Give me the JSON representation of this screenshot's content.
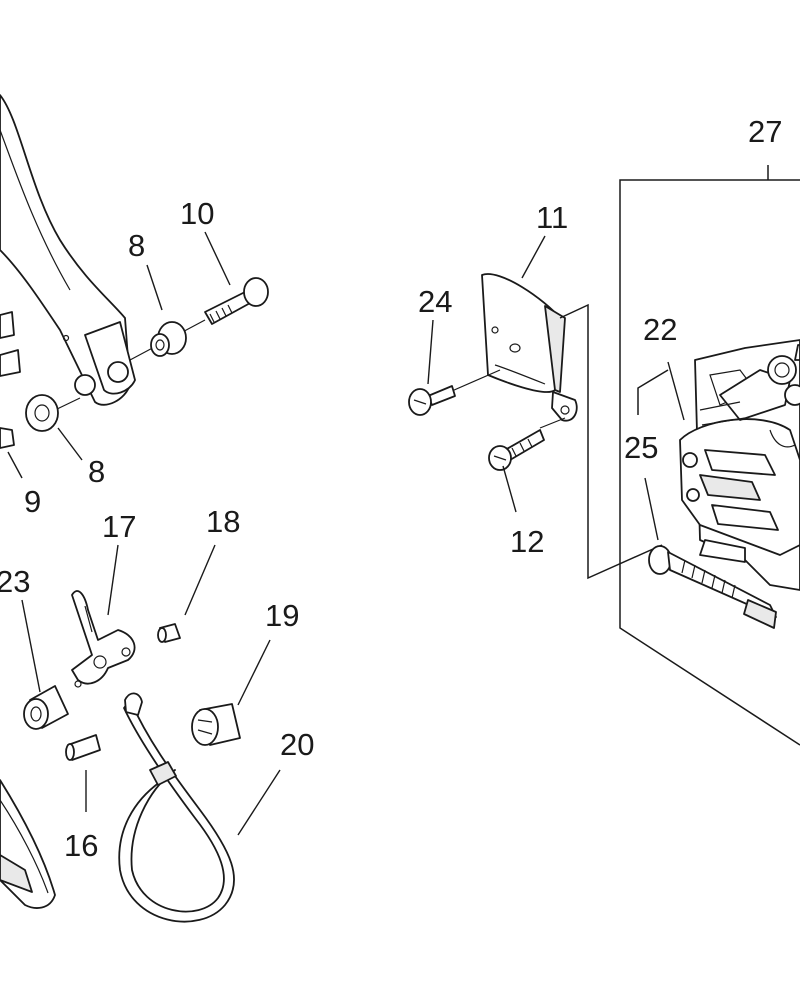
{
  "diagram": {
    "callouts": [
      {
        "id": "c10",
        "text": "10"
      },
      {
        "id": "c8a",
        "text": "8"
      },
      {
        "id": "c8b",
        "text": "8"
      },
      {
        "id": "c9",
        "text": "9"
      },
      {
        "id": "c11",
        "text": "11"
      },
      {
        "id": "c24",
        "text": "24"
      },
      {
        "id": "c12",
        "text": "12"
      },
      {
        "id": "c27",
        "text": "27"
      },
      {
        "id": "c22",
        "text": "22"
      },
      {
        "id": "c25",
        "text": "25"
      },
      {
        "id": "c17",
        "text": "17"
      },
      {
        "id": "c18",
        "text": "18"
      },
      {
        "id": "c23",
        "text": "23"
      },
      {
        "id": "c19",
        "text": "19"
      },
      {
        "id": "c20",
        "text": "20"
      },
      {
        "id": "c16",
        "text": "16"
      }
    ]
  }
}
